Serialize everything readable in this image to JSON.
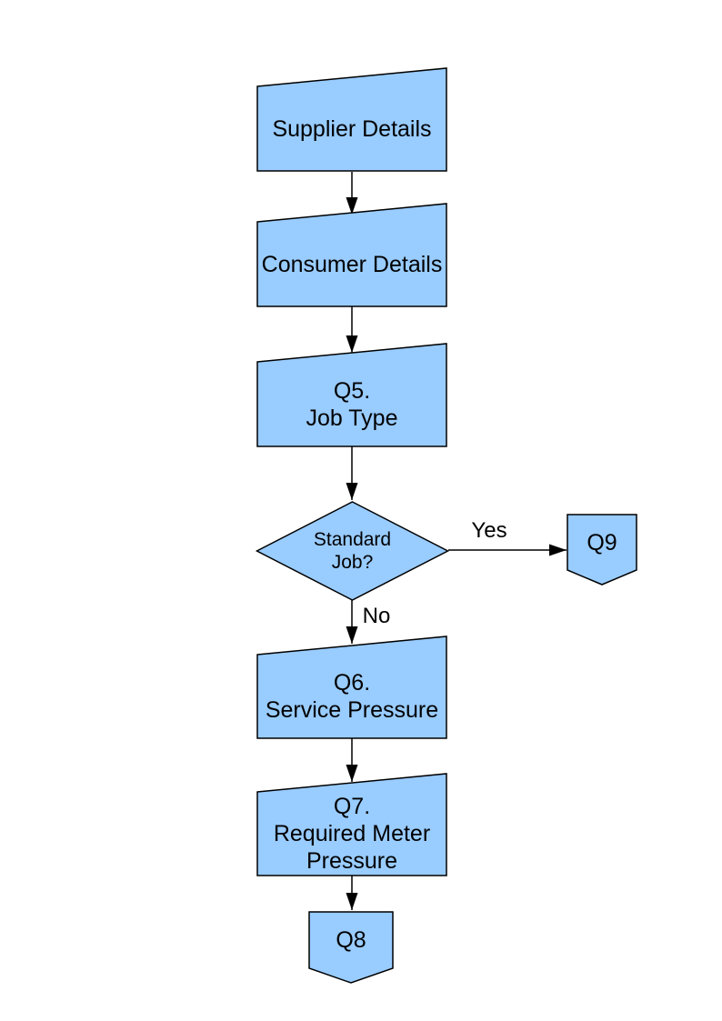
{
  "diagram": {
    "colors": {
      "page_background": "#FFFFFF",
      "node_fill": "#99CCFF",
      "node_border": "#000000",
      "edge": "#000000",
      "text": "#000000"
    },
    "nodes": [
      {
        "id": "supplier-details",
        "type": "manual-input",
        "label": "Supplier Details"
      },
      {
        "id": "consumer-details",
        "type": "manual-input",
        "label": "Consumer Details"
      },
      {
        "id": "q5-job-type",
        "type": "manual-input",
        "label": "Q5.\nJob Type"
      },
      {
        "id": "standard-job-decision",
        "type": "decision",
        "label": "Standard\nJob?"
      },
      {
        "id": "q9-connector",
        "type": "off-page-connector",
        "label": "Q9"
      },
      {
        "id": "q6-service-pressure",
        "type": "manual-input",
        "label": "Q6.\nService Pressure"
      },
      {
        "id": "q7-required-meter-pressure",
        "type": "manual-input",
        "label": "Q7.\nRequired Meter\nPressure"
      },
      {
        "id": "q8-connector",
        "type": "off-page-connector",
        "label": "Q8"
      }
    ],
    "edges": {
      "yes_label": "Yes",
      "no_label": "No"
    }
  }
}
